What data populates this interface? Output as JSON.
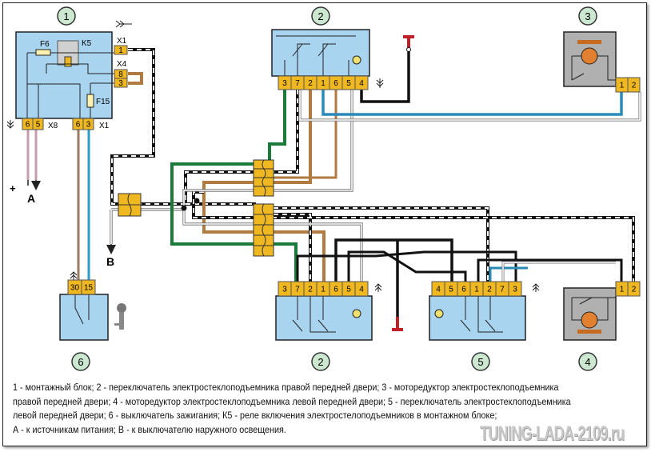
{
  "components": {
    "mount_block": {
      "number": "1",
      "connector_x1_top": "X1",
      "connector_x4": "X4",
      "connector_x8": "X8",
      "connector_x1_bottom": "X1",
      "fuse_f6": "F6",
      "fuse_f15": "F15",
      "relay_k5": "K5",
      "pins_x1_top": [
        "1"
      ],
      "pins_x4": [
        "8",
        "3"
      ],
      "pins_x8": [
        "6",
        "5"
      ],
      "pins_x1_bottom": [
        "6",
        "3"
      ]
    },
    "switch_right_door": {
      "number": "2",
      "pins": [
        "3",
        "7",
        "2",
        "1",
        "6",
        "5",
        "4"
      ]
    },
    "motor_right_door": {
      "number": "3",
      "pins": [
        "1",
        "2"
      ]
    },
    "switch_right_door_lower": {
      "number": "2",
      "pins": [
        "3",
        "7",
        "2",
        "1",
        "6",
        "5",
        "4"
      ]
    },
    "switch_left_door": {
      "number": "5",
      "pins": [
        "4",
        "5",
        "6",
        "1",
        "2",
        "7",
        "3"
      ]
    },
    "motor_left_door": {
      "number": "4",
      "pins": [
        "1",
        "2"
      ]
    },
    "ignition_switch": {
      "number": "6",
      "pins": [
        "30",
        "15"
      ]
    }
  },
  "labels": {
    "a": "A",
    "b": "B",
    "plus": "+"
  },
  "caption": [
    "1 - монтажный блок; 2 - переключатель электростеклоподъемника правой передней двери; 3 - моторедуктор электростеклоподъемника",
    "правой передней двери; 4 - моторедуктор электростеклоподъемника левой передней двери; 5 - переключатель электростеклоподъемника",
    "левой передней двери; 6 - выключатель зажигания; К5 - реле включения электростелоподъемников в монтажном блоке;",
    "А - к источникам питания; В - к выключателю наружного освещения."
  ],
  "watermark": "TUNING-LADA-2109.ru",
  "colors": {
    "block_fill": "#a9d4f0",
    "pin_fill": "#f0b820",
    "wire_green": "#1a7a3a",
    "wire_brown": "#b07a40",
    "wire_blue": "#2a8ab8",
    "wire_pink": "#c89ab0",
    "wire_grey": "#999999",
    "terminal_red": "#c0202a",
    "motor_fill": "#b0b0b0",
    "badge_fill": "#cde8d0"
  }
}
